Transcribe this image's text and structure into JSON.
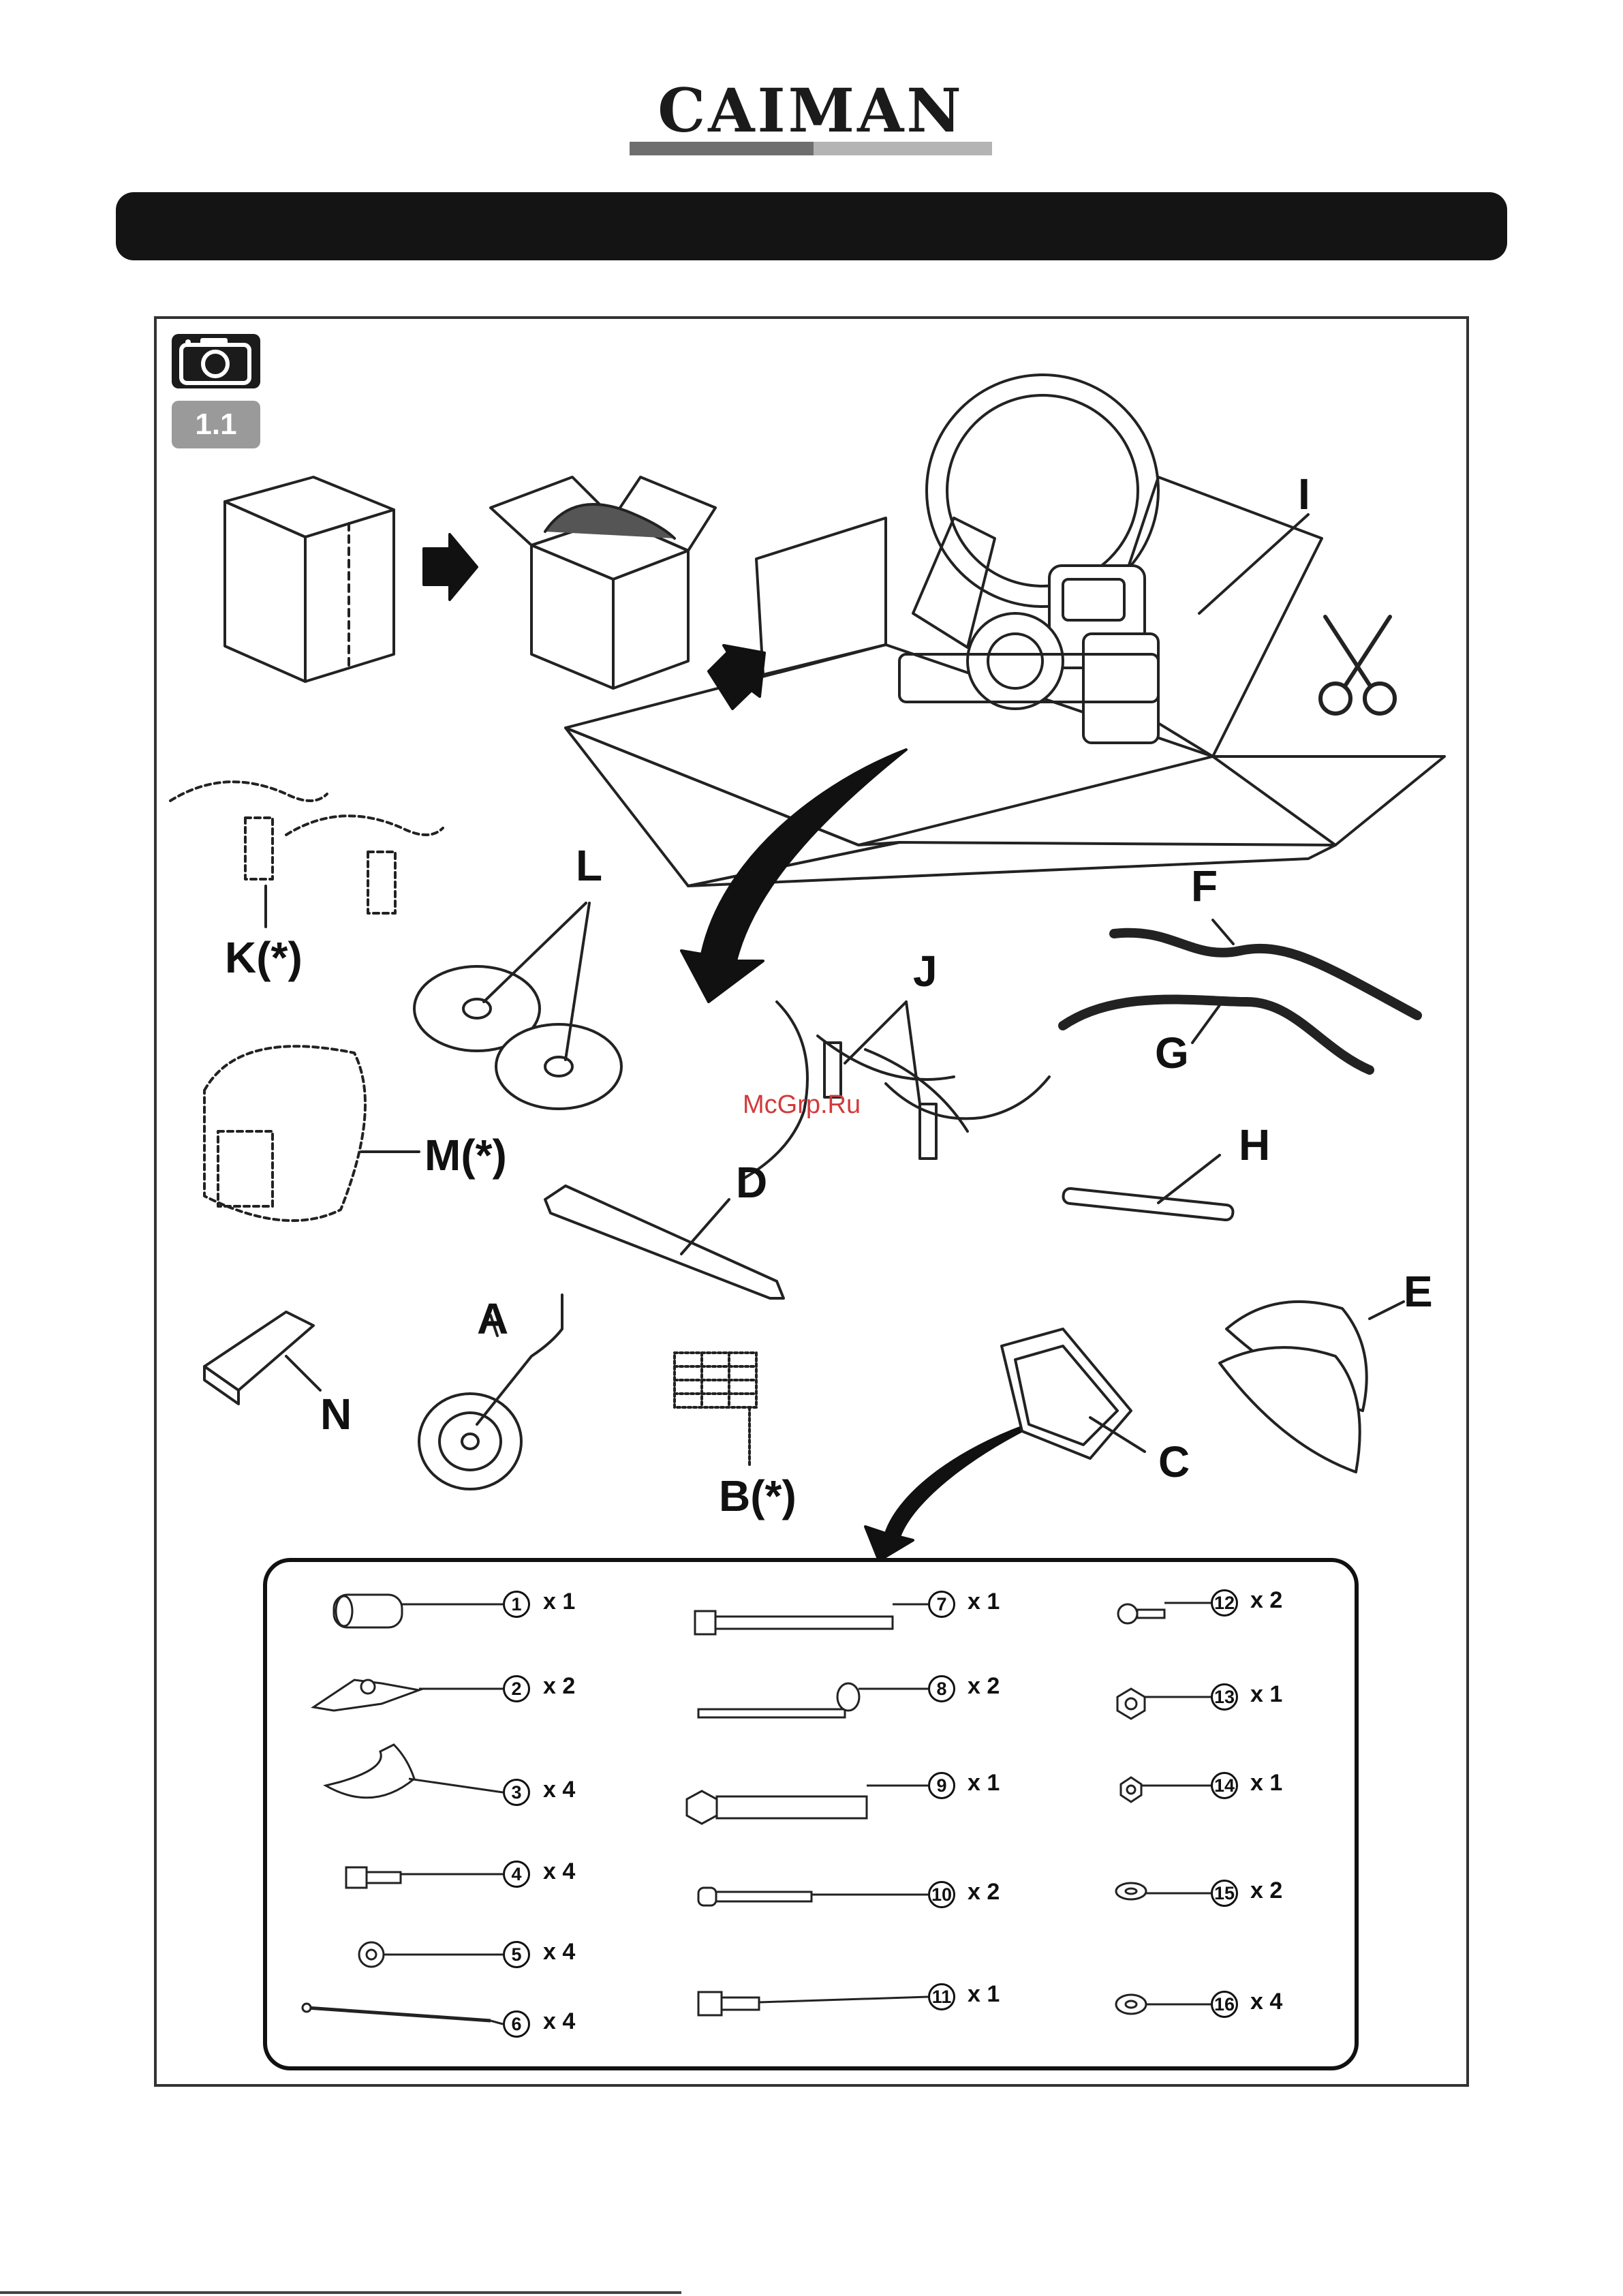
{
  "brand": {
    "name": "CAIMAN"
  },
  "section": {
    "step": "1.1"
  },
  "watermark": "McGrp.Ru",
  "icons": {
    "camera": "camera-icon",
    "scissors": "scissors-icon",
    "arrow": "arrow-icon"
  },
  "parts_labels": {
    "I": "I",
    "K": "K(*)",
    "L": "L",
    "F": "F",
    "G": "G",
    "J": "J",
    "M": "M(*)",
    "D": "D",
    "H": "H",
    "E": "E",
    "A": "A",
    "N": "N",
    "B": "B(*)",
    "C": "C"
  },
  "hardware": [
    {
      "num": "1",
      "qty": "x 1"
    },
    {
      "num": "2",
      "qty": "x 2"
    },
    {
      "num": "3",
      "qty": "x 4"
    },
    {
      "num": "4",
      "qty": "x 4"
    },
    {
      "num": "5",
      "qty": "x 4"
    },
    {
      "num": "6",
      "qty": "x 4"
    },
    {
      "num": "7",
      "qty": "x 1"
    },
    {
      "num": "8",
      "qty": "x 2"
    },
    {
      "num": "9",
      "qty": "x 1"
    },
    {
      "num": "10",
      "qty": "x 2"
    },
    {
      "num": "11",
      "qty": "x 1"
    },
    {
      "num": "12",
      "qty": "x 2"
    },
    {
      "num": "13",
      "qty": "x 1"
    },
    {
      "num": "14",
      "qty": "x 1"
    },
    {
      "num": "15",
      "qty": "x 2"
    },
    {
      "num": "16",
      "qty": "x 4"
    }
  ]
}
